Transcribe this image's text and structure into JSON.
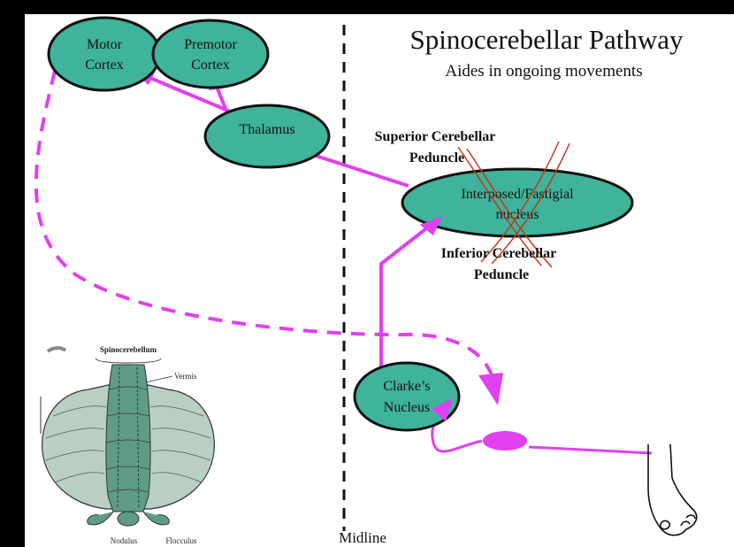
{
  "title": "Spinocerebellar Pathway",
  "subtitle": "Aides in ongoing movements",
  "nodes": {
    "motor_cortex": [
      "Motor",
      "Cortex"
    ],
    "premotor_cortex": [
      "Premotor",
      "Cortex"
    ],
    "thalamus": "Thalamus",
    "interposed_fastigial": [
      "Interposed/Fastigial",
      "nucleus"
    ],
    "clarkes_nucleus": [
      "Clarke’s",
      "Nucleus"
    ]
  },
  "labels": {
    "superior_peduncle": [
      "Superior Cerebellar",
      "Peduncle"
    ],
    "inferior_peduncle": [
      "Inferior Cerebellar",
      "Peduncle"
    ],
    "midline": "Midline"
  },
  "cerebellum_inset": {
    "spinocerebellum": "Spinocerebellum",
    "vermis": "Vermis",
    "nodulus": "Nodulus",
    "flocculus": "Flocculus"
  },
  "colors": {
    "node_fill": "#3fb39b",
    "arrow": "#e040f0",
    "cross": "#c0391b",
    "inset_fill": "#b9cfc4",
    "inset_vermis": "#5f9c86"
  }
}
